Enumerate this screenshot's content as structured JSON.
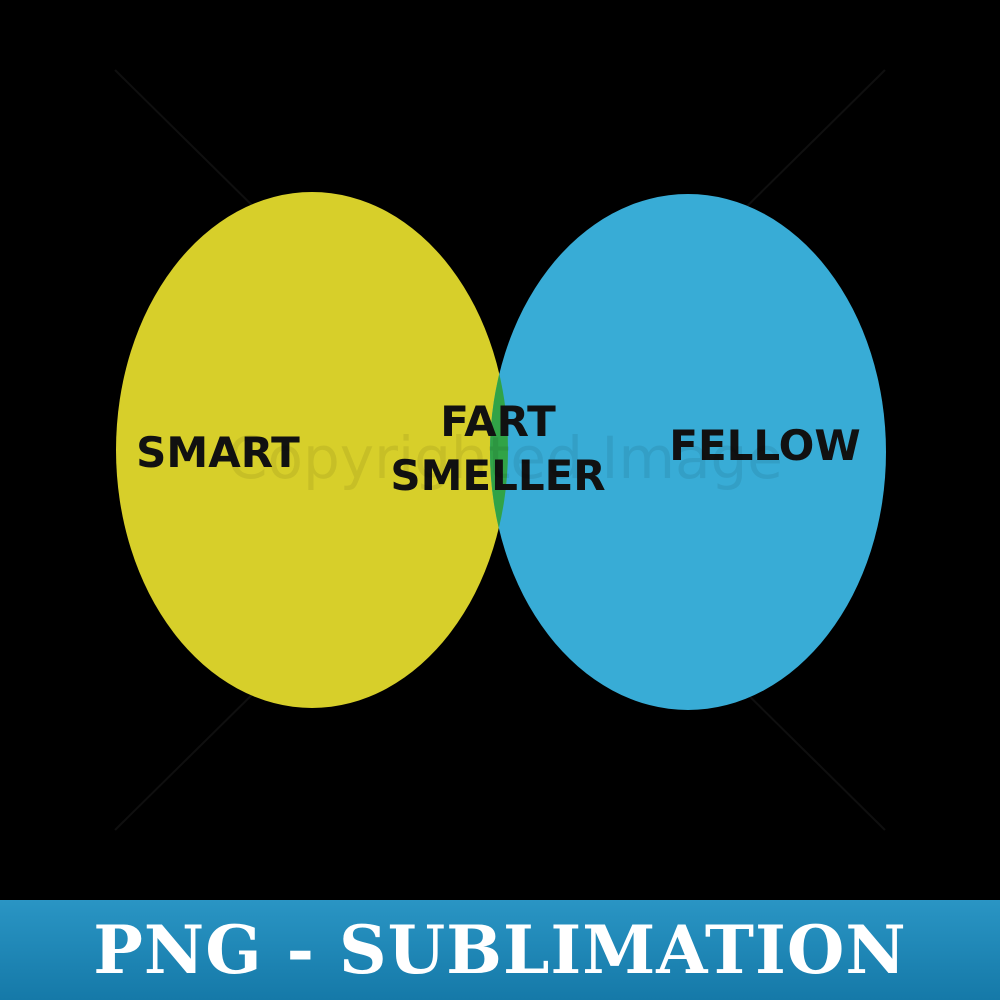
{
  "colors": {
    "background": "#000000",
    "left_circle": "#d7cf2a",
    "right_circle": "#38acd6",
    "intersection": "#31a347",
    "label_text": "#111111",
    "banner": "#1e88b8",
    "banner_text": "#ffffff"
  },
  "diagram": {
    "left_label": "SMART",
    "right_label": "FELLOW",
    "intersection_label_line1": "FART",
    "intersection_label_line2": "SMELLER"
  },
  "watermark": {
    "text": "Copyrighted Image"
  },
  "banner": {
    "text": "PNG - SUBLIMATION"
  }
}
